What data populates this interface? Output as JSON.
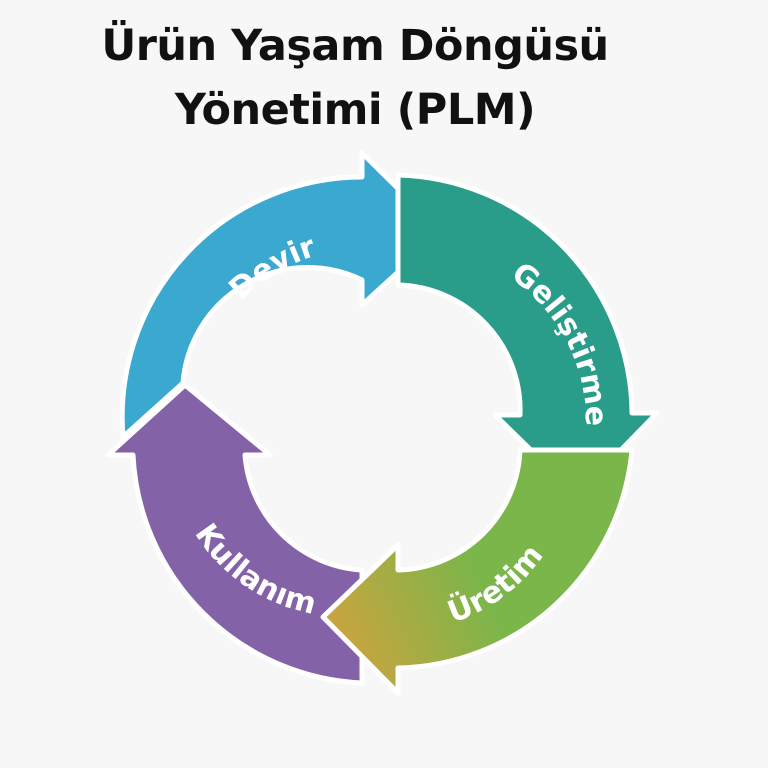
{
  "title": {
    "line1": "Ürün Yaşam Döngüsü",
    "line2": "Yönetimi (PLM)"
  },
  "stages": [
    {
      "label": "Geliştirme",
      "color": "#2a9d8a"
    },
    {
      "label": "Üretim",
      "color_start": "#c9a43f",
      "color_end": "#7ab64a"
    },
    {
      "label": "Kullanım",
      "color": "#8462a8"
    },
    {
      "label": "Devir",
      "color": "#3ba9cf"
    }
  ],
  "outline_color": "#ffffff"
}
